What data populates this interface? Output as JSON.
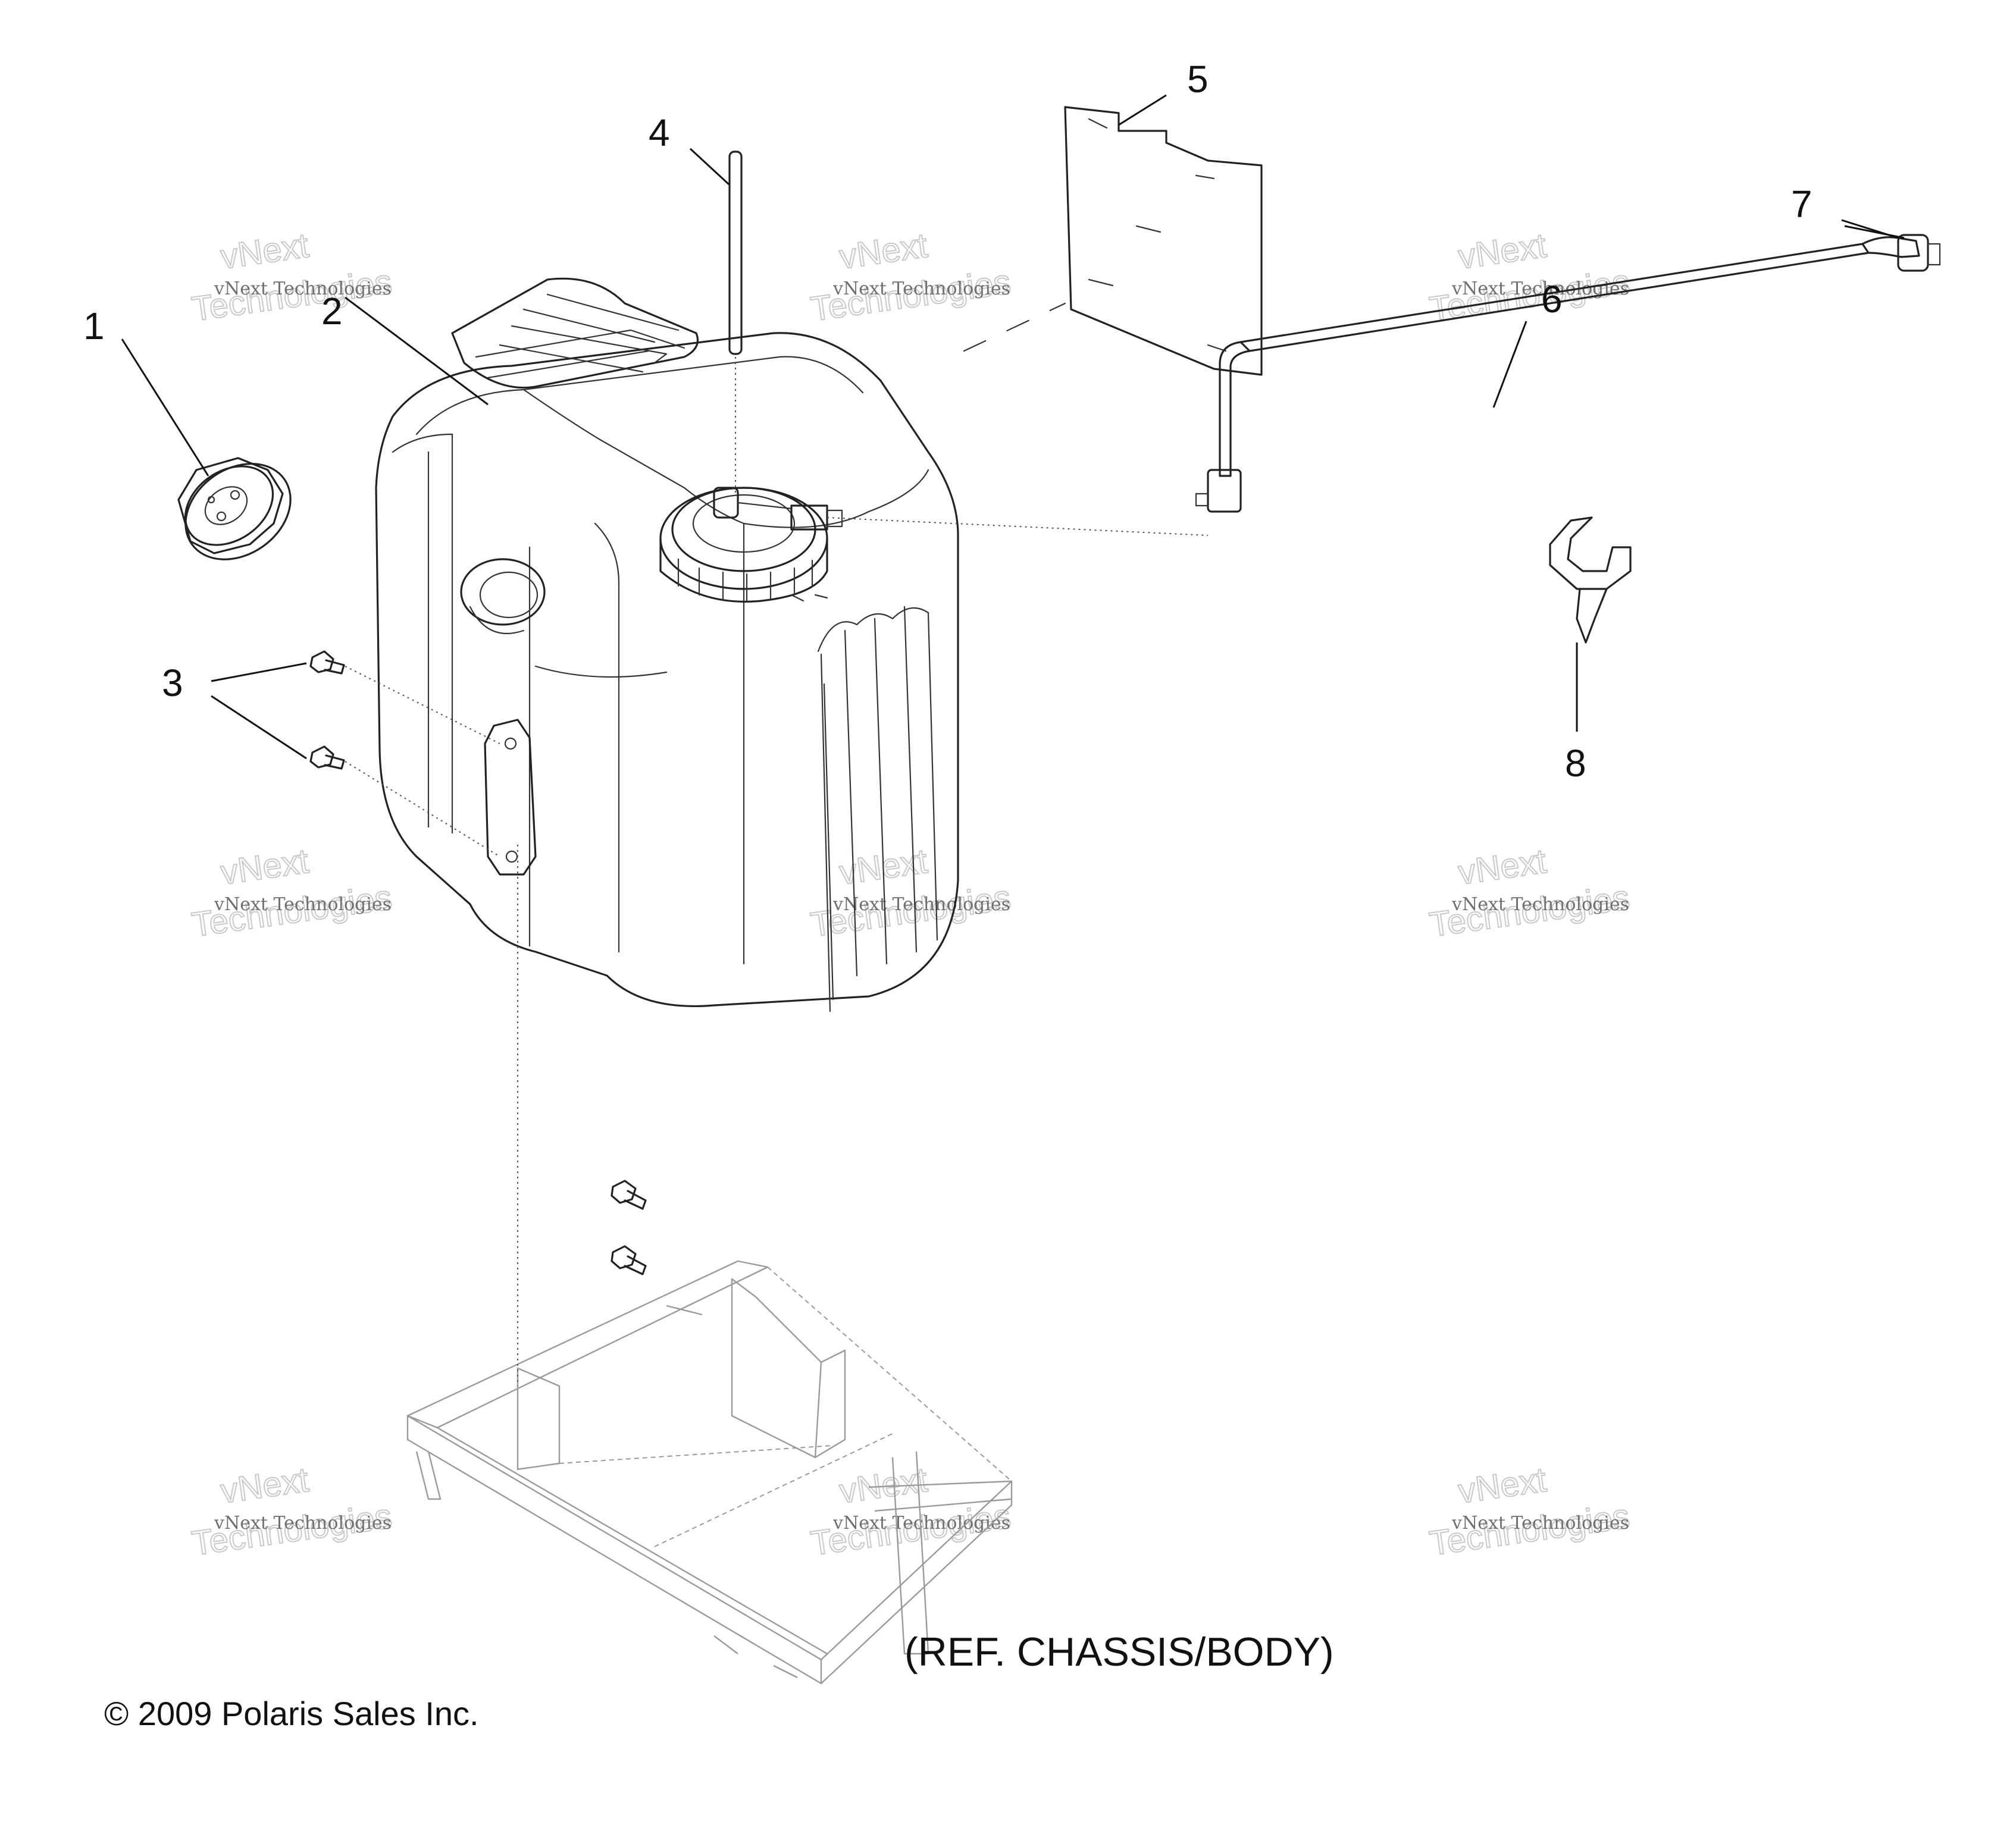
{
  "diagram": {
    "callouts": [
      {
        "id": "1",
        "label": "1"
      },
      {
        "id": "2",
        "label": "2"
      },
      {
        "id": "3",
        "label": "3"
      },
      {
        "id": "4",
        "label": "4"
      },
      {
        "id": "5",
        "label": "5"
      },
      {
        "id": "6",
        "label": "6"
      },
      {
        "id": "7",
        "label": "7"
      },
      {
        "id": "8",
        "label": "8"
      }
    ],
    "reference_note": "(REF. CHASSIS/BODY)",
    "copyright": "© 2009 Polaris Sales Inc.",
    "watermark": {
      "line1": "vNext Technologies",
      "line2": "vNext",
      "line3": "Technologies"
    }
  }
}
